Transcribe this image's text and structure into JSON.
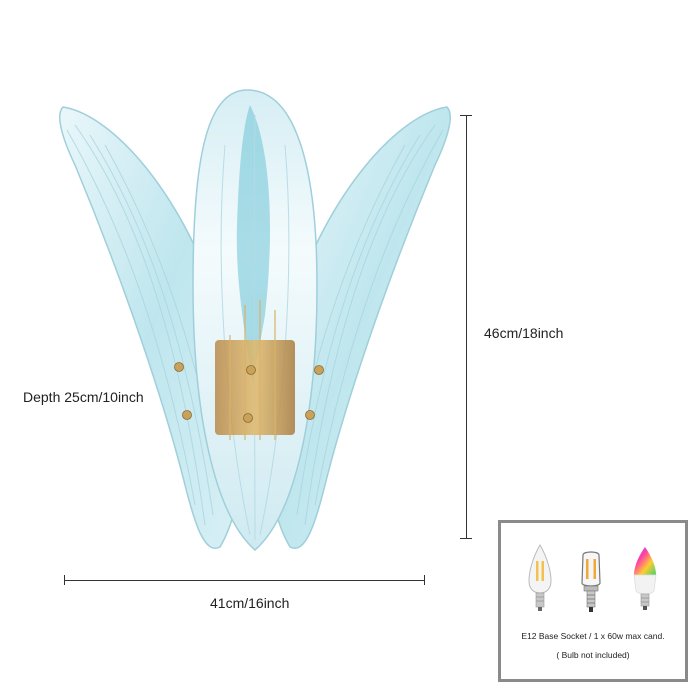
{
  "product": {
    "name": "Glass leaf wall sconce",
    "colors": {
      "glass_tint": "#a9dbe6",
      "glass_deep": "#4fb3c9",
      "brass": "#c9a25a",
      "dimension_line": "#333333",
      "box_border": "#8a8a8a"
    }
  },
  "dimensions": {
    "depth_label": "Depth 25cm/10inch",
    "height_label": "46cm/18inch",
    "width_label": "41cm/16inch"
  },
  "bulb_info": {
    "bulbs": [
      {
        "name": "clear-candelabra-filament-bulb"
      },
      {
        "name": "tubular-filament-bulb"
      },
      {
        "name": "rgb-smart-candle-bulb"
      }
    ],
    "caption_line1": "E12 Base Socket / 1 x 60w max cand.",
    "caption_line2": "( Bulb not included)"
  }
}
